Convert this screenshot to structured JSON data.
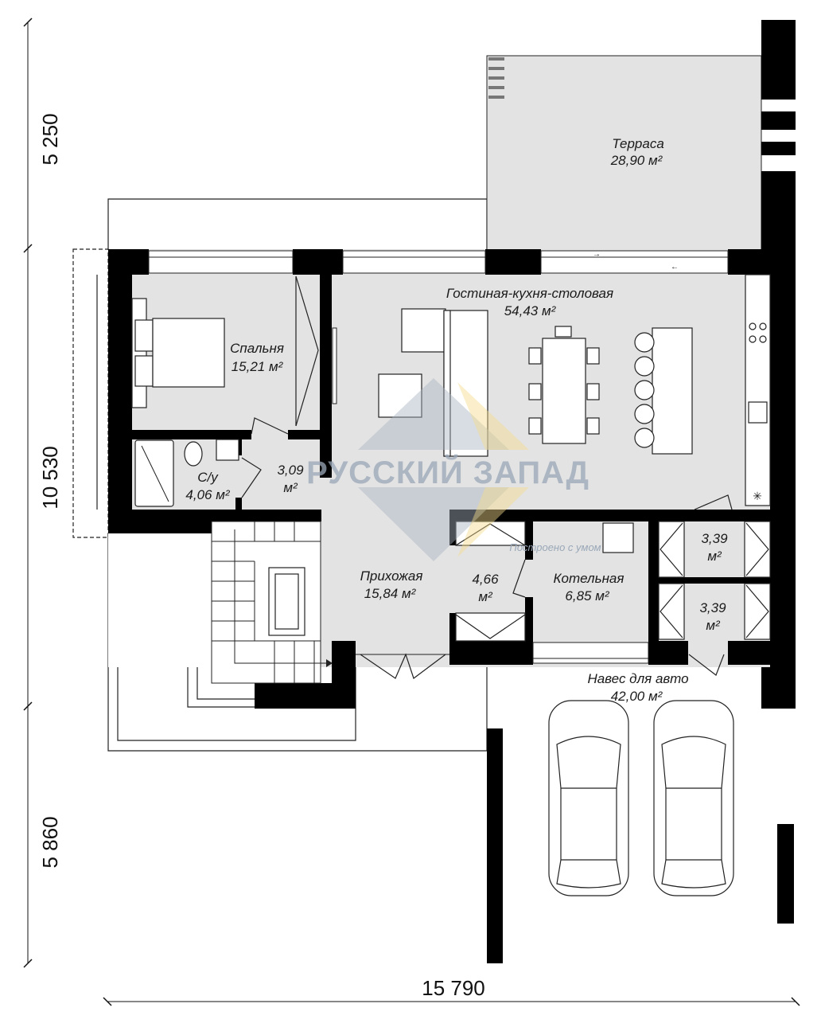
{
  "dimensions": {
    "left_top": "5 250",
    "left_middle": "10 530",
    "left_bottom": "5 860",
    "bottom_total": "15 790"
  },
  "rooms": {
    "terrace": {
      "name": "Терраса",
      "area": "28,90 м²"
    },
    "living": {
      "name": "Гостиная-кухня-столовая",
      "area": "54,43 м²"
    },
    "bedroom": {
      "name": "Спальня",
      "area": "15,21 м²"
    },
    "bathroom": {
      "name": "С/у",
      "area": "4,06 м²"
    },
    "corridor": {
      "name": "3,09",
      "area": "м²"
    },
    "hall": {
      "name": "Прихожая",
      "area": "15,84 м²"
    },
    "hall_closet": {
      "name": "4,66",
      "area": "м²"
    },
    "boiler": {
      "name": "Котельная",
      "area": "6,85 м²"
    },
    "storage1": {
      "name": "3,39",
      "area": "м²"
    },
    "storage2": {
      "name": "3,39",
      "area": "м²"
    },
    "carport": {
      "name": "Навес для авто",
      "area": "42,00 м²"
    }
  },
  "watermark": {
    "brand": "РУССКИЙ ЗАПАД",
    "slogan": "Построено с умом"
  },
  "colors": {
    "floor": "#e3e3e3",
    "wall": "#000000",
    "watermark": "#9aa8b8",
    "accent": "#f3dc8a"
  }
}
